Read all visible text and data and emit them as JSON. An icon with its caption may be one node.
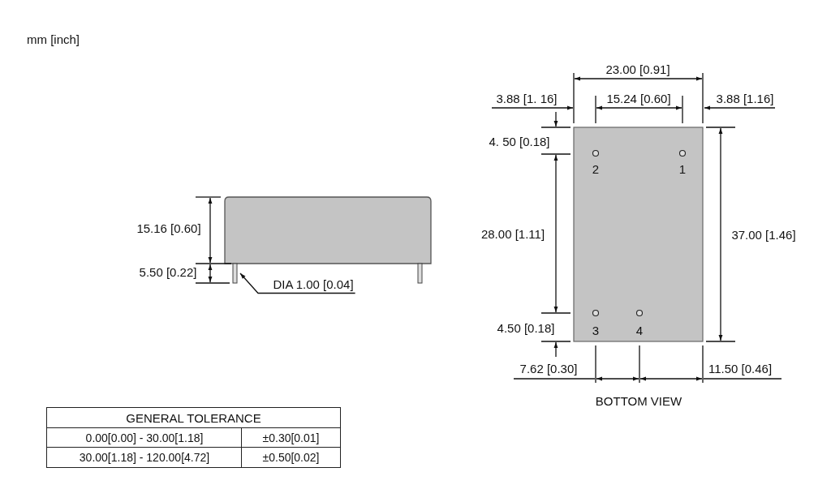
{
  "diagram": {
    "nodes": [
      {
        "text": [
          "DIA 1.00 [0.04]"
        ]
      },
      {
        "text": [],
        "shape": "bar"
      }
    ],
    "edges": [
      {
        "from": 0,
        "to": 1,
        "arrow": "to"
      }
    ],
    "labels": [
      "mm [inch]",
      "23.00 [0.91]",
      "3.88 [1. 16]",
      "15.24 [0.60]",
      "3.88 [1.16]",
      "4. 50 [0.18]",
      "2",
      "1",
      "15.16 [0.60]",
      "28.00 [1.11]",
      "37.00 [1.46]",
      "5.50 [0.22]",
      "4.50 [0.18]",
      "3",
      "4",
      "7.62 [0.30]",
      "11.50 [0.46]",
      "BOTTOM VIEW",
      "GENERAL TOLERANCE",
      "0.00[0.00] - 30.00[1.18]",
      "±0.30[0.01]",
      "30.00[1.18] - 120.00[4.72]",
      "±0.50[0.02]"
    ]
  }
}
